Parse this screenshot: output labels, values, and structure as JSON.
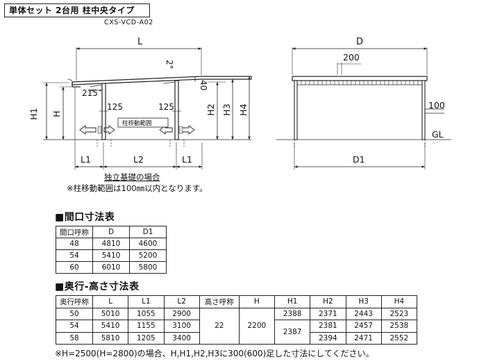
{
  "header": {
    "title": "単体セット 2台用 柱中央タイプ",
    "model": "CXS-VCD-A02"
  },
  "side": {
    "L": "L",
    "slope": "2°",
    "d215": "215",
    "d40": "40",
    "d125a": "125",
    "d125b": "125",
    "H1": "H1",
    "H": "H",
    "H2": "H2",
    "H3": "H3",
    "H4": "H4",
    "L1a": "L1",
    "L2": "L2",
    "L1b": "L1",
    "move": "柱移動範囲"
  },
  "front": {
    "D": "D",
    "d200": "200",
    "d100": "100",
    "GL": "GL",
    "D1": "D1"
  },
  "notes": {
    "caption": "独立基礎の場合",
    "note": "※柱移動範囲は100㎜以内となります。"
  },
  "table1": {
    "title": "■間口寸法表",
    "headers": [
      "間口呼称",
      "D",
      "D1"
    ],
    "rows": [
      [
        "48",
        "4810",
        "4600"
      ],
      [
        "54",
        "5410",
        "5200"
      ],
      [
        "60",
        "6010",
        "5800"
      ]
    ]
  },
  "table2": {
    "title": "■奥行-高さ寸法表",
    "headers": [
      "奥行呼称",
      "L",
      "L1",
      "L2",
      "高さ呼称",
      "H",
      "H1",
      "H2",
      "H3",
      "H4"
    ],
    "rows": [
      [
        "50",
        "5010",
        "1055",
        "2900",
        "22",
        "2200",
        "2388",
        "2371",
        "2443",
        "2523"
      ],
      [
        "54",
        "5410",
        "1155",
        "3100",
        "",
        "",
        "2387",
        "2381",
        "2457",
        "2538"
      ],
      [
        "58",
        "5810",
        "1205",
        "3400",
        "",
        "",
        "",
        "2394",
        "2471",
        "2552"
      ]
    ]
  },
  "footer": "※H=2500(H=2800)の場合、H,H1,H2,H3に300(600)足した寸法にしてください。"
}
